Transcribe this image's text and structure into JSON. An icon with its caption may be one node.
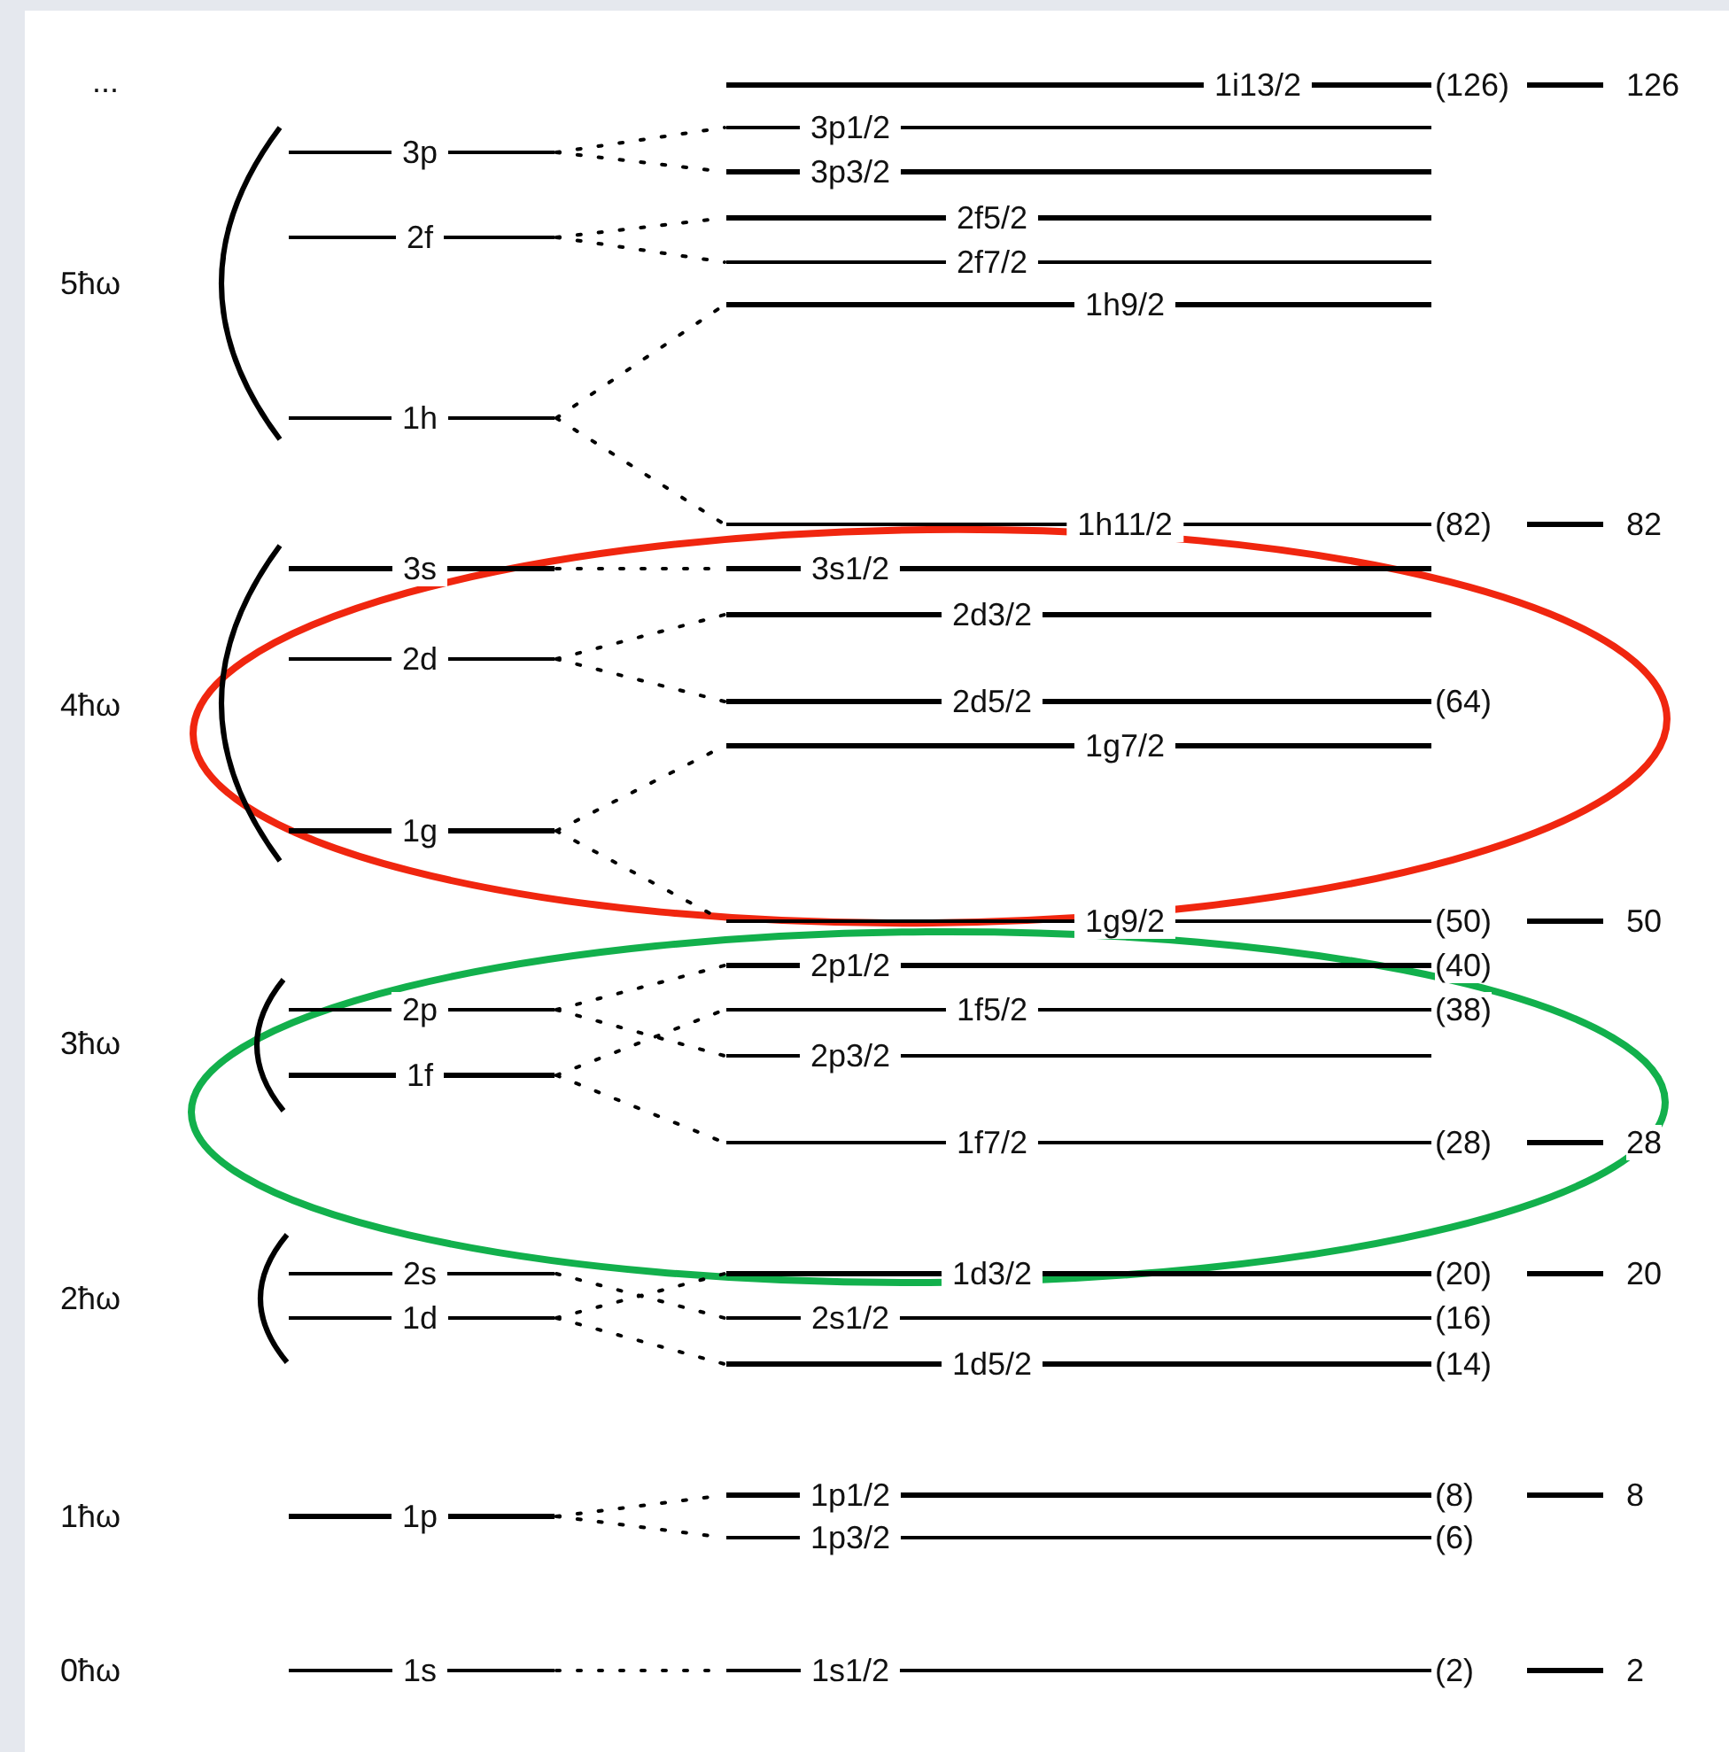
{
  "diagram": {
    "nodes": [
      {
        "text": [
          "1i13/2"
        ],
        "beside": [
          "(126)",
          "126"
        ]
      },
      {
        "text": [
          "3p1/2"
        ]
      },
      {
        "text": [
          "3p"
        ]
      },
      {
        "text": [
          "3p3/2"
        ]
      },
      {
        "text": [
          "2f5/2"
        ]
      },
      {
        "text": [
          "2f"
        ]
      },
      {
        "text": [
          "2f7/2"
        ]
      },
      {
        "text": [
          "1h9/2"
        ]
      },
      {
        "text": [
          "1h"
        ]
      },
      {
        "text": [
          "1h11/2"
        ],
        "beside": [
          "(82)",
          "82"
        ]
      },
      {
        "text": [
          "3s"
        ]
      },
      {
        "text": [
          "3s1/2"
        ]
      },
      {
        "text": [
          "2d3/2"
        ]
      },
      {
        "text": [
          "2d"
        ]
      },
      {
        "text": [
          "2d5/2"
        ],
        "beside": [
          "(64)"
        ]
      },
      {
        "text": [
          "1g7/2"
        ]
      },
      {
        "text": [
          "1g"
        ]
      },
      {
        "text": [
          "1g9/2"
        ],
        "beside": [
          "(50)",
          "50"
        ]
      },
      {
        "text": [
          "2p1/2"
        ],
        "beside": [
          "(40)"
        ]
      },
      {
        "text": [
          "2p"
        ]
      },
      {
        "text": [
          "1f5/2"
        ],
        "beside": [
          "(38)"
        ]
      },
      {
        "text": [
          "2p3/2"
        ]
      },
      {
        "text": [
          "1f"
        ]
      },
      {
        "text": [
          "1f7/2"
        ],
        "beside": [
          "(28)",
          "28"
        ]
      },
      {
        "text": [
          "2s"
        ]
      },
      {
        "text": [
          "1d3/2"
        ],
        "beside": [
          "(20)",
          "20"
        ]
      },
      {
        "text": [
          "1d"
        ]
      },
      {
        "text": [
          "2s1/2"
        ],
        "beside": [
          "(16)"
        ]
      },
      {
        "text": [
          "1d5/2"
        ],
        "beside": [
          "(14)"
        ]
      },
      {
        "text": [
          "1p1/2"
        ],
        "beside": [
          "(8)",
          "8"
        ]
      },
      {
        "text": [
          "1p"
        ]
      },
      {
        "text": [
          "1p3/2"
        ],
        "beside": [
          "(6)"
        ]
      },
      {
        "text": [
          "1s"
        ]
      },
      {
        "text": [
          "1s1/2"
        ],
        "beside": [
          "(2)",
          "2"
        ]
      }
    ],
    "edges": [
      {
        "from": 2,
        "to": 1,
        "arrow": "none",
        "style": "dashed"
      },
      {
        "from": 2,
        "to": 3,
        "arrow": "none",
        "style": "dashed"
      },
      {
        "from": 5,
        "to": 4,
        "arrow": "none",
        "style": "dashed"
      },
      {
        "from": 5,
        "to": 6,
        "arrow": "none",
        "style": "dashed"
      },
      {
        "from": 8,
        "to": 7,
        "arrow": "none",
        "style": "dashed"
      },
      {
        "from": 8,
        "to": 9,
        "arrow": "none",
        "style": "dashed"
      },
      {
        "from": 10,
        "to": 11,
        "arrow": "none",
        "style": "dashed"
      },
      {
        "from": 13,
        "to": 12,
        "arrow": "none",
        "style": "dashed"
      },
      {
        "from": 13,
        "to": 14,
        "arrow": "none",
        "style": "dashed"
      },
      {
        "from": 16,
        "to": 15,
        "arrow": "none",
        "style": "dashed"
      },
      {
        "from": 16,
        "to": 17,
        "arrow": "none",
        "style": "dashed"
      },
      {
        "from": 19,
        "to": 18,
        "arrow": "none",
        "style": "dashed"
      },
      {
        "from": 19,
        "to": 21,
        "arrow": "none",
        "style": "dashed"
      },
      {
        "from": 22,
        "to": 20,
        "arrow": "none",
        "style": "dashed"
      },
      {
        "from": 22,
        "to": 23,
        "arrow": "none",
        "style": "dashed"
      },
      {
        "from": 24,
        "to": 27,
        "arrow": "none",
        "style": "dashed"
      },
      {
        "from": 26,
        "to": 25,
        "arrow": "none",
        "style": "dashed"
      },
      {
        "from": 26,
        "to": 28,
        "arrow": "none",
        "style": "dashed"
      },
      {
        "from": 30,
        "to": 29,
        "arrow": "none",
        "style": "dashed"
      },
      {
        "from": 30,
        "to": 31,
        "arrow": "none",
        "style": "dashed"
      },
      {
        "from": 32,
        "to": 33,
        "arrow": "none",
        "style": "dashed"
      }
    ],
    "labels": [
      "...",
      "5ħω",
      "4ħω",
      "3ħω",
      "2ħω",
      "1ħω",
      "0ħω"
    ]
  }
}
